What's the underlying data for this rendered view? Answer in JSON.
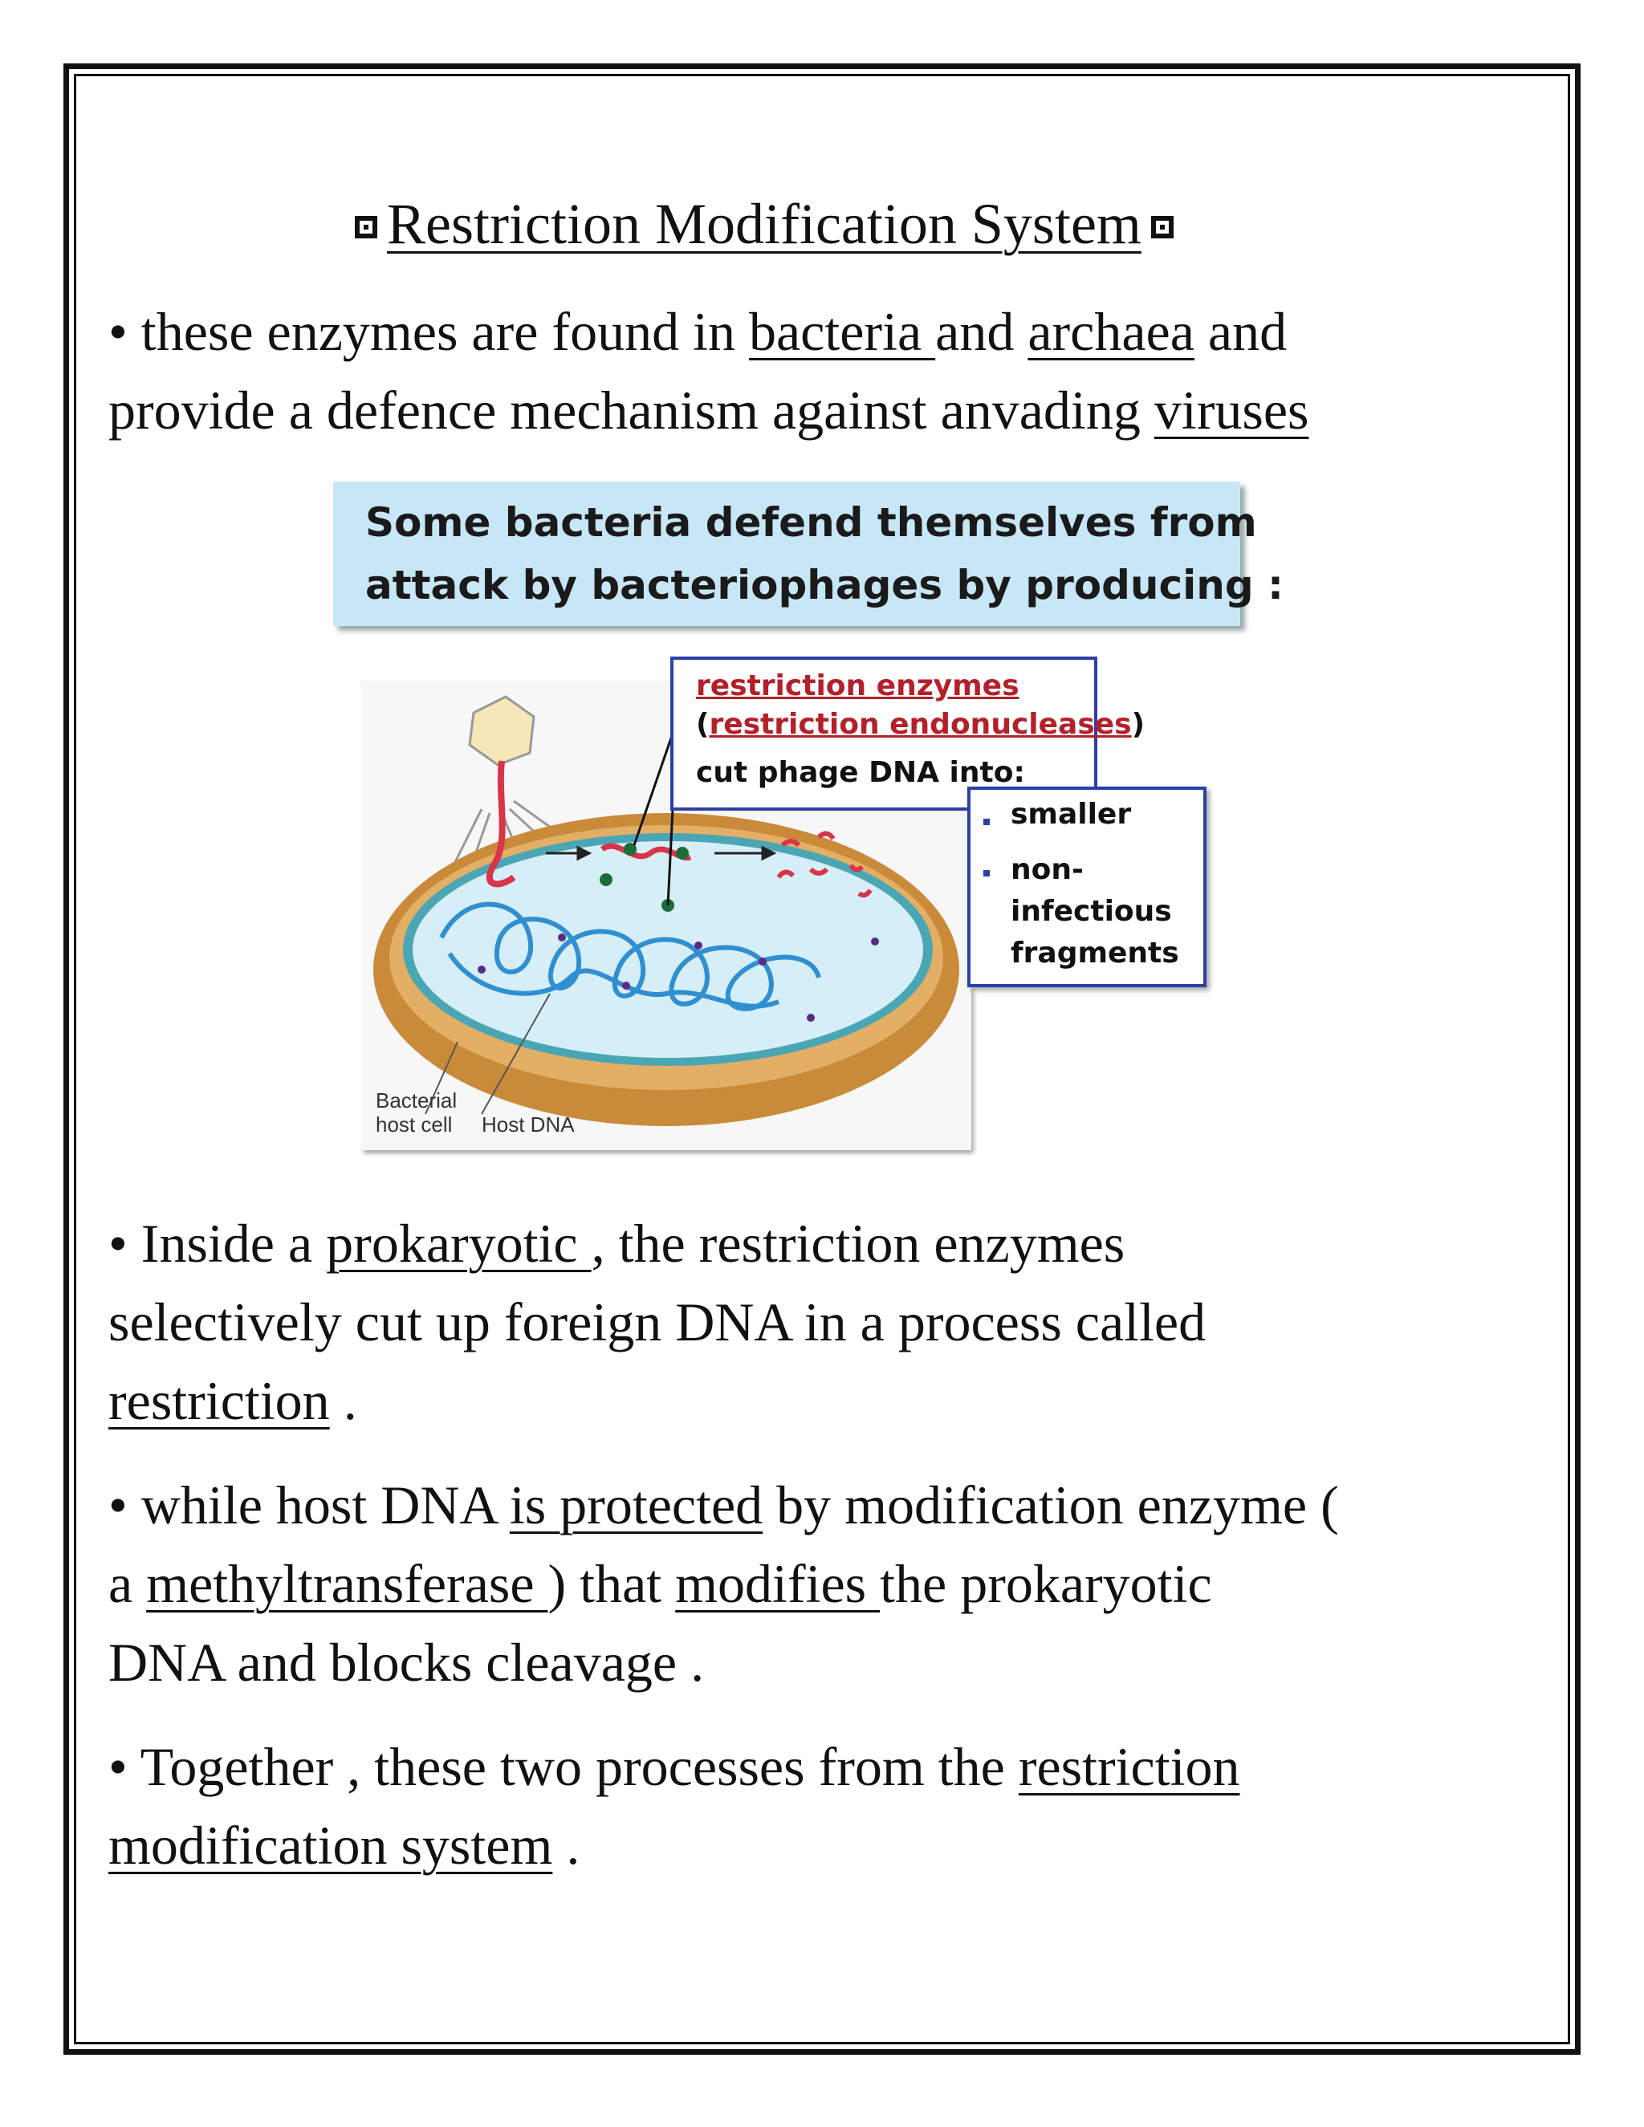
{
  "title": "Restriction Modification System",
  "p1": {
    "a": "• these enzymes are found in ",
    "bacteria": "bacteria ",
    "b": " and ",
    "archaea": "archaea",
    "c": " and",
    "line2a": "provide a defence mechanism against anvading ",
    "viruses": "viruses"
  },
  "figure": {
    "banner_line1": "Some bacteria defend themselves from",
    "banner_line2": "attack by bacteriophages by producing :",
    "callout1_red1": "restriction enzymes",
    "callout1_paren_open": "(",
    "callout1_red2": "restriction endonucleases",
    "callout1_paren_close": ")",
    "callout1_line3": "cut phage DNA into:",
    "callout2_item1": "smaller",
    "callout2_item2_l1": "non-",
    "callout2_item2_l2": "infectious",
    "callout2_item2_l3": "fragments",
    "label_host_cell_l1": "Bacterial",
    "label_host_cell_l2": "host cell",
    "label_host_dna": "Host DNA",
    "colors": {
      "banner": "#c7e6f6",
      "callout_border": "#2b3fa6",
      "red_text": "#b3202a",
      "cell_wall": "#c98a3a",
      "cytoplasm": "#cfeaf6",
      "dna": "#2f8fd0",
      "phage_dna": "#d8344a"
    }
  },
  "p2": {
    "a": "• Inside a ",
    "prokaryotic": "prokaryotic ",
    "b": " , the restriction enzymes",
    "line2": "selectively cut up foreign DNA in a process called",
    "restriction": "restriction",
    "c": " ."
  },
  "p3": {
    "a": "• while host DNA ",
    "protected": "is protected",
    "b": " by modification enzyme (",
    "c": "a ",
    "methyl": "methyltransferase ",
    "d": ") that ",
    "modifies": "modifies ",
    "e": " the prokaryotic",
    "line3": "DNA and blocks cleavage ."
  },
  "p4": {
    "a": "• Together , these two processes from the ",
    "rest": "restriction",
    "mod": "modification system",
    "b": " ."
  }
}
